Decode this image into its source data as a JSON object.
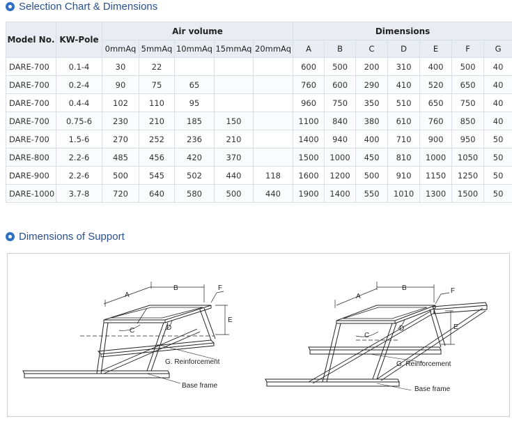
{
  "selection": {
    "title": "Selection Chart & Dimensions",
    "headers": {
      "model": "Model No.",
      "kw_pole": "KW-Pole",
      "air_volume": "Air volume",
      "dimensions": "Dimensions",
      "air_cols": [
        "0mmAq",
        "5mmAq",
        "10mmAq",
        "15mmAq",
        "20mmAq"
      ],
      "dim_cols": [
        "A",
        "B",
        "C",
        "D",
        "E",
        "F",
        "G"
      ]
    },
    "rows": [
      {
        "model": "DARE-700",
        "kw": "0.1-4",
        "air": [
          "30",
          "22",
          "",
          "",
          ""
        ],
        "dims": [
          "600",
          "500",
          "200",
          "310",
          "400",
          "500",
          "40"
        ]
      },
      {
        "model": "DARE-700",
        "kw": "0.2-4",
        "air": [
          "90",
          "75",
          "65",
          "",
          ""
        ],
        "dims": [
          "760",
          "600",
          "290",
          "410",
          "520",
          "650",
          "40"
        ]
      },
      {
        "model": "DARE-700",
        "kw": "0.4-4",
        "air": [
          "102",
          "110",
          "95",
          "",
          ""
        ],
        "dims": [
          "960",
          "750",
          "350",
          "510",
          "650",
          "750",
          "40"
        ]
      },
      {
        "model": "DARE-700",
        "kw": "0.75-6",
        "air": [
          "230",
          "210",
          "185",
          "150",
          ""
        ],
        "dims": [
          "1100",
          "840",
          "380",
          "610",
          "760",
          "850",
          "40"
        ]
      },
      {
        "model": "DARE-700",
        "kw": "1.5-6",
        "air": [
          "270",
          "252",
          "236",
          "210",
          ""
        ],
        "dims": [
          "1400",
          "940",
          "400",
          "710",
          "900",
          "950",
          "50"
        ]
      },
      {
        "model": "DARE-800",
        "kw": "2.2-6",
        "air": [
          "485",
          "456",
          "420",
          "370",
          ""
        ],
        "dims": [
          "1500",
          "1000",
          "450",
          "810",
          "1000",
          "1050",
          "50"
        ]
      },
      {
        "model": "DARE-900",
        "kw": "2.2-6",
        "air": [
          "500",
          "545",
          "502",
          "440",
          "118"
        ],
        "dims": [
          "1600",
          "1200",
          "500",
          "910",
          "1150",
          "1250",
          "50"
        ]
      },
      {
        "model": "DARE-1000",
        "kw": "3.7-8",
        "air": [
          "720",
          "640",
          "580",
          "500",
          "440"
        ],
        "dims": [
          "1900",
          "1400",
          "550",
          "1010",
          "1300",
          "1500",
          "50"
        ]
      }
    ]
  },
  "support": {
    "title": "Dimensions of Support",
    "left": {
      "a": "A",
      "b": "B",
      "c": "C",
      "d": "D",
      "e": "E",
      "f": "F",
      "reinforcement": "G. Reinforcement",
      "base": "Base frame"
    },
    "right": {
      "a": "A",
      "b": "B",
      "c": "C",
      "d": "D",
      "e": "E",
      "f": "F",
      "reinforcement": "G. Reinforcement",
      "base": "Base frame"
    }
  }
}
